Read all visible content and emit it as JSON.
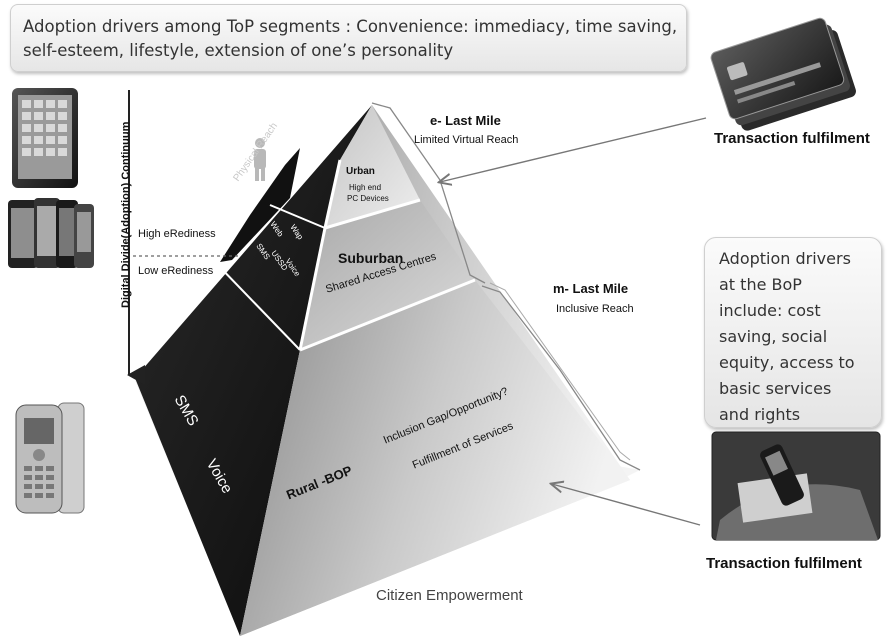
{
  "top_banner": {
    "line1": "Adoption drivers among ToP segments : Convenience: immediacy, time saving,",
    "line2": "self-esteem, lifestyle, extension of one’s personality"
  },
  "bop_box": {
    "lines": [
      "Adoption drivers",
      "at the BoP",
      "include: cost",
      "saving, social",
      "equity, access to",
      "basic services",
      "and rights"
    ]
  },
  "transaction_top": "Transaction fulfilment",
  "transaction_bottom": "Transaction fulfilment",
  "e_last_mile": {
    "title": "e- Last Mile",
    "subtitle": "Limited Virtual Reach"
  },
  "m_last_mile": {
    "title": "m- Last Mile",
    "subtitle": "Inclusive Reach"
  },
  "continuum_label": "Digital Divide(Adoption) Continuum",
  "high_ereadiness": "High eRediness",
  "low_ereadiness": "Low eRediness",
  "physical_reach": "Physical Reach",
  "urban": {
    "title": "Urban",
    "line1": "High end",
    "line2": "PC Devices"
  },
  "suburban": {
    "title": "Suburban",
    "subtitle": "Shared Access Centres"
  },
  "rural": {
    "title": "Rural -BOP",
    "line1": "Inclusion Gap/Opportunity?",
    "line2": "Fulfillment of Services"
  },
  "face_upper": {
    "web": "Web",
    "wap": "Wap",
    "sms": "SMS",
    "ussd": "USSD",
    "voice": "Voice"
  },
  "face_lower": {
    "sms": "SMS",
    "voice": "Voice"
  },
  "citizen_empowerment": "Citizen Empowerment",
  "colors": {
    "face_dark": "#111111",
    "text_dark": "#222222",
    "arrow": "#777777"
  }
}
